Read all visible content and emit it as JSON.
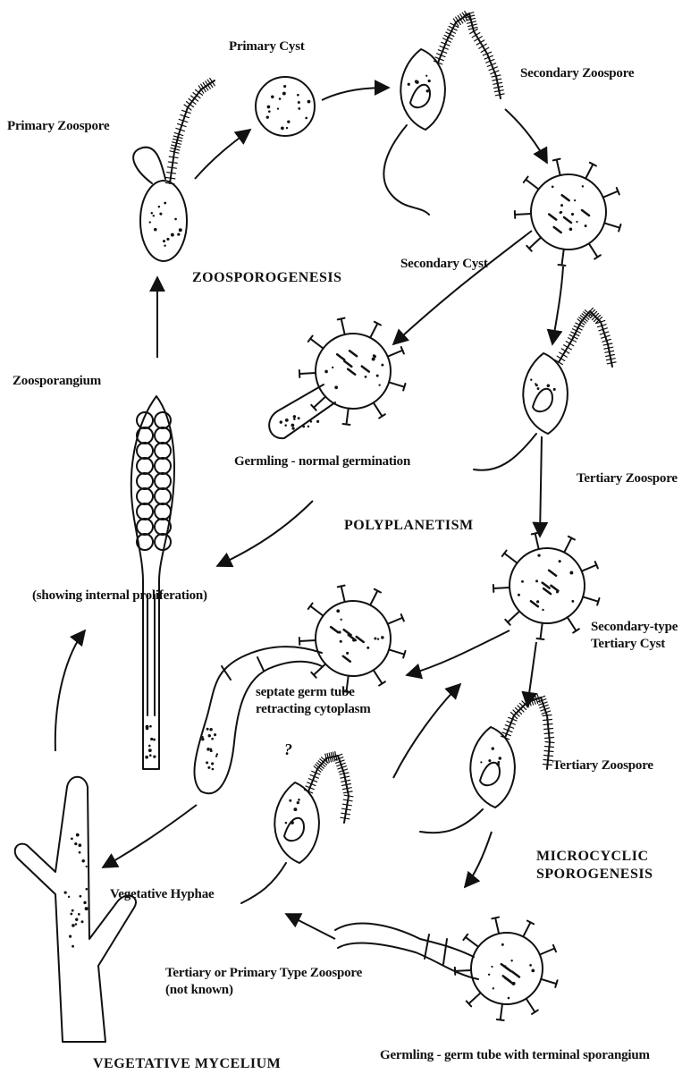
{
  "labels": {
    "primary_cyst": "Primary Cyst",
    "secondary_zoospore": "Secondary Zoospore",
    "primary_zoospore": "Primary Zoospore",
    "zoosporogenesis": "ZOOSPOROGENESIS",
    "secondary_cyst": "Secondary Cyst",
    "zoosporangium": "Zoosporangium",
    "germling_normal": "Germling - normal germination",
    "tertiary_zoospore_1": "Tertiary Zoospore",
    "polyplanetism": "POLYPLANETISM",
    "internal_proliferation": "(showing internal proliferation)",
    "secondary_type_line1": "Secondary-type",
    "secondary_type_line2": "Tertiary Cyst",
    "septate_line1": "septate germ tube",
    "septate_line2": "retracting cytoplasm",
    "question_mark": "?",
    "tertiary_zoospore_2": "Tertiary Zoospore",
    "microcyclic_line1": "MICROCYCLIC",
    "microcyclic_line2": "SPOROGENESIS",
    "vegetative_hyphae": "Vegetative Hyphae",
    "tertiary_or_primary_line1": "Tertiary or Primary Type Zoospore",
    "tertiary_or_primary_line2": "(not known)",
    "vegetative_mycelium": "VEGETATIVE MYCELIUM",
    "germling_terminal": "Germling - germ tube with terminal sporangium"
  }
}
